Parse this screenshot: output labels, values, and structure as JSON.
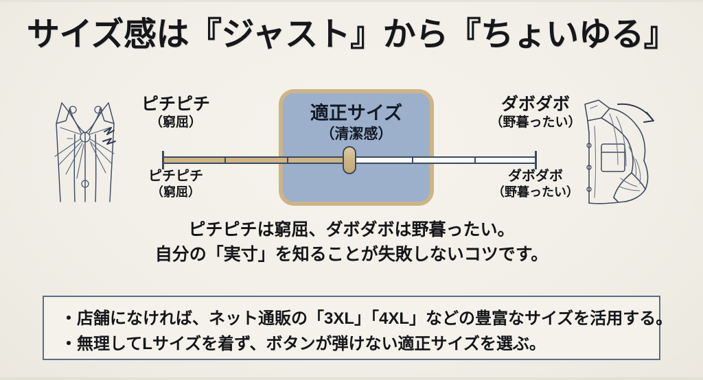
{
  "slide": {
    "title": "サイズ感は『ジャスト』から『ちょいゆる』",
    "background_color": "#f2f0e9"
  },
  "diagram": {
    "center": {
      "title": "適正サイズ",
      "subtitle": "（清潔感）",
      "fill_color": "#9cb0cc",
      "border_color": "#cdb587"
    },
    "left": {
      "top_main": "ピチピチ",
      "top_sub": "（窮屈）",
      "bottom_main": "ピチピチ",
      "bottom_sub": "（窮屈）",
      "illustration": "tight-shirt-sketch"
    },
    "right": {
      "top_main": "ダボダボ",
      "top_sub": "（野暮ったい）",
      "bottom_main": "ダボダボ",
      "bottom_sub": "（野暮ったい）",
      "illustration": "loose-shirt-sketch"
    },
    "slider": {
      "fill_color": "#cdb587",
      "track_color": "#fbfbfa",
      "outline_color": "#3c4a5c",
      "thumb_position_percent": 50,
      "tick_positions_percent": [
        16.7,
        33.3,
        50,
        66.7,
        83.3
      ]
    }
  },
  "body": {
    "line1": "ピチピチは窮屈、ダボダボは野暮ったい。",
    "line2": "自分の「実寸」を知ることが失敗しないコツです。"
  },
  "notes": {
    "border_color": "#5a6e85",
    "items": [
      "・店舗になければ、ネット通販の「3XL」「4XL」などの豊富なサイズを活用する。",
      "・無理してLサイズを着ず、ボタンが弾けない適正サイズを選ぶ。"
    ]
  }
}
